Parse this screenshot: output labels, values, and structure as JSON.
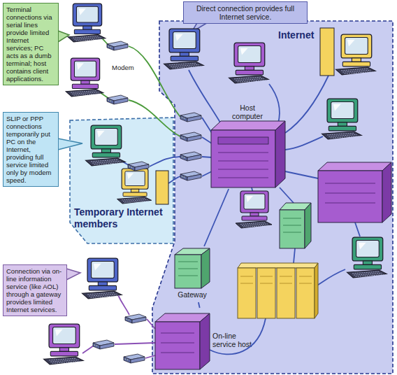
{
  "diagram": {
    "nodes": [
      {
        "text": [
          "Terminal connections via serial lines provide limited Internet services; PC acts as a dumb terminal; host contains client applications."
        ]
      },
      {
        "text": [
          "Direct connection provides full Internet service."
        ]
      },
      {
        "text": [
          "Internet"
        ]
      },
      {
        "text": [
          "Host computer"
        ],
        "in": 2
      },
      {
        "text": [
          "SLIP or PPP connections temporarily put PC on the Internet, providing full service limited only by modem speed."
        ]
      },
      {
        "text": [
          "Temporary Internet members"
        ]
      },
      {
        "text": [
          "Gateway"
        ],
        "in": 2
      },
      {
        "text": [
          "Connection via on-line information service (like AOL) through a gateway provides limited Internet services."
        ]
      },
      {
        "text": [
          "On-line service host"
        ],
        "in": 2
      }
    ],
    "edges": [
      {
        "from": 8,
        "to": 6,
        "arrow": "none"
      },
      {
        "from": 6,
        "to": 3,
        "arrow": "none"
      }
    ],
    "labels": [
      "Modem"
    ]
  }
}
